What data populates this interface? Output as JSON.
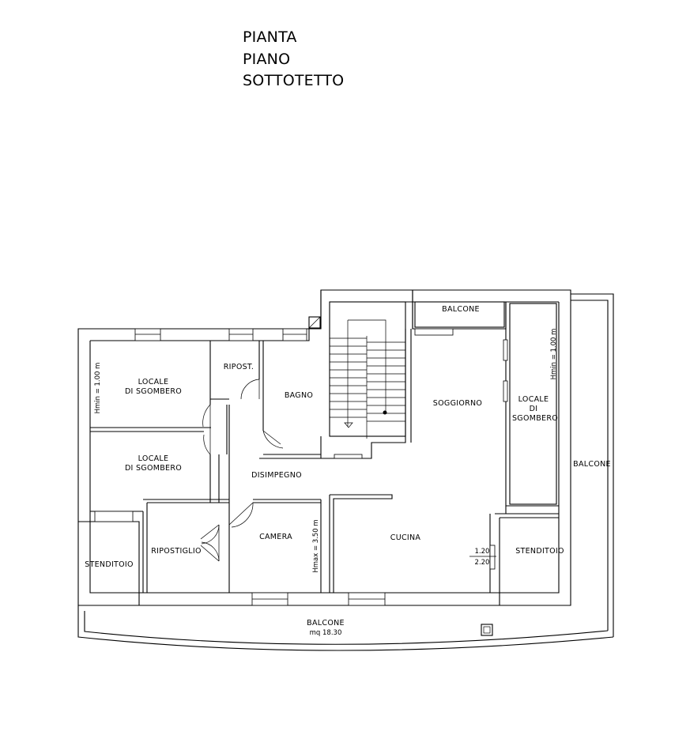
{
  "title_lines": [
    "PIANTA",
    "PIANO",
    "SOTTOTETTO"
  ],
  "rooms": {
    "balcone_top": "BALCONE",
    "locale_sgombero_1_line1": "LOCALE",
    "locale_sgombero_1_line2": "DI SGOMBERO",
    "ripost": "RIPOST.",
    "bagno": "BAGNO",
    "soggiorno": "SOGGIORNO",
    "locale_sgombero_right_line1": "LOCALE",
    "locale_sgombero_right_line2": "DI",
    "locale_sgombero_right_line3": "SGOMBERO",
    "balcone_right": "BALCONE",
    "locale_sgombero_2_line1": "LOCALE",
    "locale_sgombero_2_line2": "DI SGOMBERO",
    "disimpegno": "DISIMPEGNO",
    "ripostiglio": "RIPOSTIGLIO",
    "camera": "CAMERA",
    "cucina": "CUCINA",
    "stenditoio_left": "STENDITOIO",
    "stenditoio_right": "STENDITOIO",
    "balcone_bottom": "BALCONE",
    "balcone_bottom_area": "mq 18.30"
  },
  "annotations": {
    "hmin_left": "Hmin = 1.00 m",
    "hmin_right": "Hmin = 1.00 m",
    "hmax_camera": "Hmax = 3.50 m",
    "window_upper": "1.20",
    "window_lower": "2.20"
  }
}
